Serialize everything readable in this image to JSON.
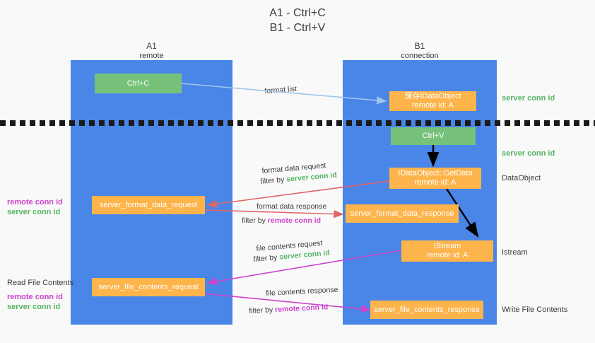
{
  "title": {
    "line1": "A1 - Ctrl+C",
    "line2": "B1 - Ctrl+V"
  },
  "columns": [
    {
      "name": "A1",
      "sub": "remote"
    },
    {
      "name": "B1",
      "sub": "connection"
    }
  ],
  "colors": {
    "lane": "#4a86e8",
    "green_box": "#76c27a",
    "orange_box": "#fcb44b",
    "server_conn_text": "#55b463",
    "remote_conn_text": "#cc44cc",
    "arrow_blue": "#9fc5e8",
    "arrow_red": "#e06666",
    "arrow_magenta": "#cc44cc",
    "arrow_black": "#000000",
    "divider": "#1a1a1a"
  },
  "nodes": {
    "ctrl_c": {
      "label": "Ctrl+C"
    },
    "ctrl_v": {
      "label": "Ctrl+V"
    },
    "save_dataobject": {
      "line1": "保存IDataObject",
      "line2": "remote id: A"
    },
    "getdata": {
      "line1": "IDataObject::GetData",
      "line2": "remote id: A"
    },
    "istream": {
      "line1": "IStream",
      "line2": "remote id: A"
    },
    "server_format_data_request": {
      "label": "server_format_data_request"
    },
    "server_format_data_response": {
      "label": "server_format_data_response"
    },
    "server_file_contents_request": {
      "label": "server_file_contents_request"
    },
    "server_file_contents_response": {
      "label": "server_file_contents_response"
    }
  },
  "right_annotations": {
    "server_conn_id_1": "server conn id",
    "server_conn_id_2": "server conn id",
    "dataobject": "DataObject",
    "istream": "Istream",
    "write_file_contents": "Write File Contents"
  },
  "left_annotations": {
    "remote_conn_id_1": "remote conn id",
    "server_conn_id_1": "server conn id",
    "read_file_contents": "Read File Contents",
    "remote_conn_id_2": "remote conn id",
    "server_conn_id_2": "server conn id"
  },
  "edges": {
    "format_list": "format list",
    "format_data_request": "format data request",
    "format_data_request_filter_prefix": "filter by ",
    "format_data_request_filter_value": "server conn id",
    "format_data_response": "format data response",
    "format_data_response_filter_prefix": "filter by ",
    "format_data_response_filter_value": "remote conn id",
    "file_contents_request": "file contents request",
    "file_contents_request_filter_prefix": "filter by ",
    "file_contents_request_filter_value": "server conn id",
    "file_contents_response": "file contents response",
    "file_contents_response_filter_prefix": "filter by ",
    "file_contents_response_filter_value": "remote conn id"
  }
}
